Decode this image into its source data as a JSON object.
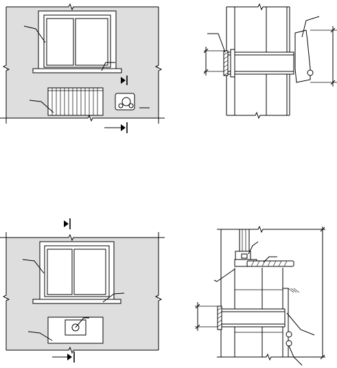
{
  "sheet": {
    "title": "",
    "views": [
      {
        "key": "elevation_radiator",
        "kind": "wall elevation",
        "label": ""
      },
      {
        "key": "section_radiator",
        "kind": "wall section",
        "label": ""
      },
      {
        "key": "elevation_basin",
        "kind": "wall elevation",
        "label": ""
      },
      {
        "key": "section_basin",
        "kind": "wall section",
        "label": ""
      }
    ],
    "notes": []
  },
  "colors": {
    "wall_tone": "#dedede",
    "line": "#000000",
    "paper": "#ffffff"
  },
  "icons": [
    "section-cut-marker",
    "break-mark",
    "leader-line",
    "dimension-line",
    "hatch-pattern"
  ]
}
